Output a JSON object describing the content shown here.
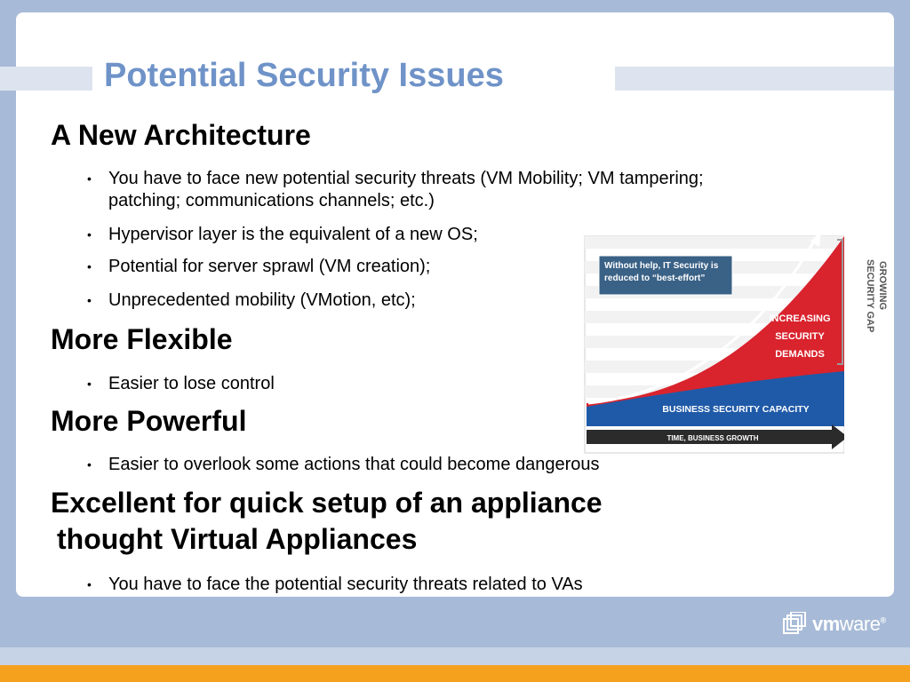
{
  "slide": {
    "title": "Potential Security Issues",
    "sections": [
      {
        "heading": "A New Architecture",
        "bullets": [
          "You have to face new potential security threats (VM Mobility; VM tampering; patching; communications channels; etc.)",
          "Hypervisor layer is the equivalent of a new OS;",
          "Potential for server sprawl (VM creation);",
          "Unprecedented mobility (VMotion, etc);"
        ]
      },
      {
        "heading": "More Flexible",
        "bullets": [
          "Easier to lose control"
        ]
      },
      {
        "heading": "More Powerful",
        "bullets": [
          "Easier to overlook some actions that could become dangerous"
        ]
      },
      {
        "heading_line1": "Excellent for quick setup of an appliance",
        "heading_line2": "thought Virtual Appliances",
        "bullets": [
          "You have to face the potential security threats related to VAs"
        ]
      }
    ],
    "bullet_glyph": "•"
  },
  "figure": {
    "callout": "Without help, IT Security is reduced to “best-effort”",
    "increasing_line1": "INCREASING",
    "increasing_line2": "SECURITY",
    "increasing_line3": "DEMANDS",
    "capacity_label": "BUSINESS SECURITY CAPACITY",
    "axis_label": "TIME, BUSINESS GROWTH",
    "gap_line1": "GROWING",
    "gap_line2": "SECURITY GAP"
  },
  "logo": {
    "vm": "vm",
    "ware": "ware",
    "mark": "®"
  },
  "colors": {
    "background": "#a7bad7",
    "title": "#6f93c8",
    "red": "#d9232d",
    "blue": "#1f5aa8",
    "orange": "#f5a11d"
  }
}
